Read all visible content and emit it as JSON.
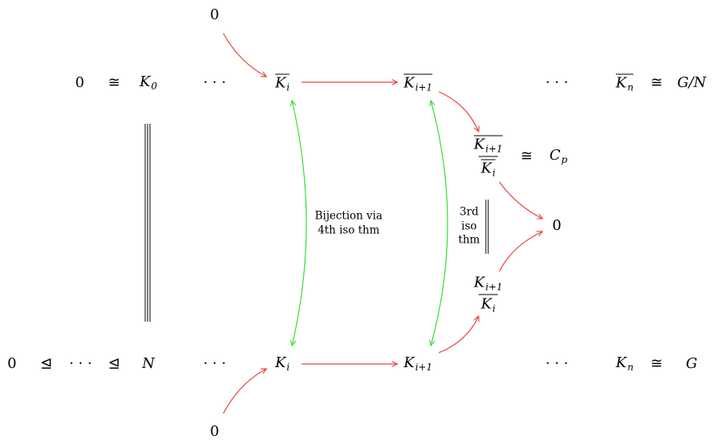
{
  "colors": {
    "red_arrow": "#e8403d",
    "green_arrow": "#33dd33",
    "black": "#000000"
  },
  "top_row": {
    "zero": "0",
    "iso1": "≅",
    "k0_base": "K",
    "k0_sub": "0",
    "dots1": "· · ·",
    "ki_base": "K",
    "ki_sub": "i",
    "ki1_base": "K",
    "ki1_sub": "i+1",
    "dots2": "· · ·",
    "kn_base": "K",
    "kn_sub": "n",
    "iso2": "≅",
    "quotient": "G/N"
  },
  "bottom_row": {
    "zero": "0",
    "normal1": "⊴",
    "dots1": "· · ·",
    "normal2": "⊴",
    "n": "N",
    "dots2": "· · ·",
    "ki_base": "K",
    "ki_sub": "i",
    "ki1_base": "K",
    "ki1_sub": "i+1",
    "dots3": "· · ·",
    "kn_base": "K",
    "kn_sub": "n",
    "iso": "≅",
    "g": "G"
  },
  "middle": {
    "frac_top_num_base": "K",
    "frac_top_num_sub": "i+1",
    "frac_top_den_base": "K",
    "frac_top_den_sub": "i",
    "iso": "≅",
    "cp_base": "C",
    "cp_sub": "p",
    "zero": "0",
    "frac_bot_num_base": "K",
    "frac_bot_num_sub": "i+1",
    "frac_bot_den_base": "K",
    "frac_bot_den_sub": "i"
  },
  "source_zeros": {
    "top": "0",
    "bottom": "0"
  },
  "annotations": {
    "bijection_line1": "Bijection via",
    "bijection_line2": "4th iso thm",
    "third_iso_line1": "3rd",
    "third_iso_line2": "iso",
    "third_iso_line3": "thm"
  }
}
